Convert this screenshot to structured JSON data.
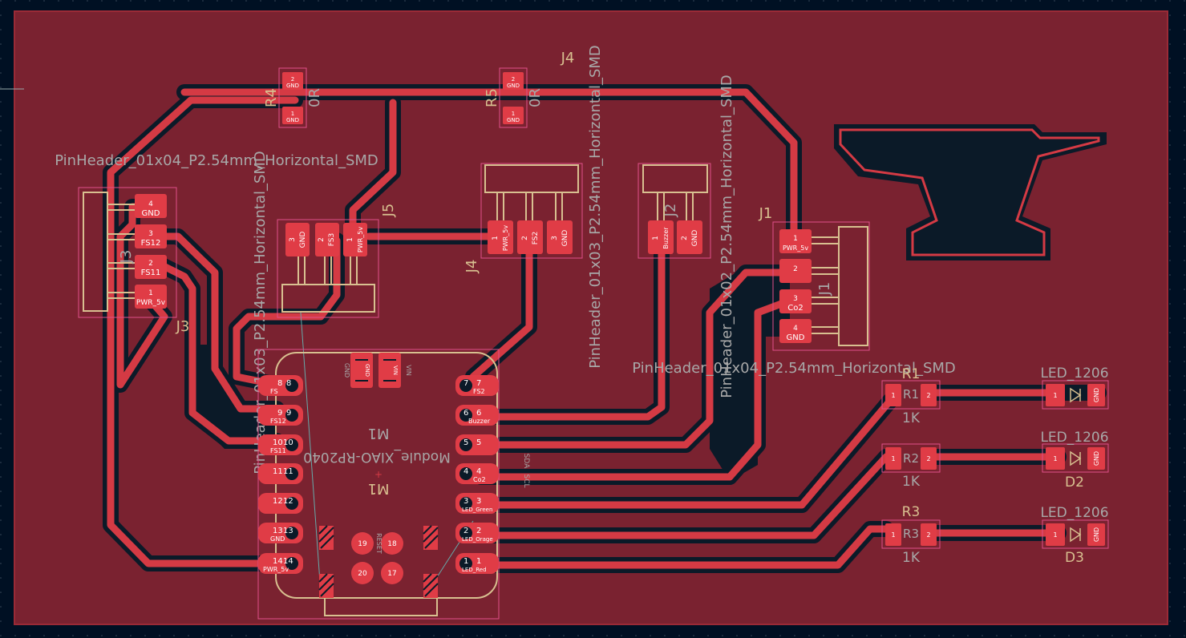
{
  "title": "PCB Editor",
  "colors": {
    "background": "#001023",
    "copper_fill": "#7A2230",
    "copper_pour_edge": "#9B2A36",
    "trace": "#D43A44",
    "clearance": "#0B1A28",
    "pad": "#E03C46",
    "silk": "#D8C090",
    "silk_grey": "#A8A8A8",
    "courtyard": "#E0508A",
    "grid": "#3A4A5A"
  },
  "labels": {
    "fp_j3": "PinHeader_01x04_P2.54mm_Horizontal_SMD",
    "fp_j5": "PinHeader_01x03_P2.54mm_Horizontal_SMD",
    "fp_j4": "PinHeader_01x03_P2.54mm_Horizontal_SMD",
    "fp_j2": "PinHeader_01x02_P2.54mm_Horizontal_SMD",
    "fp_j1": "PinHeader_01x04_P2.54mm_Horizontal_SMD",
    "ref_j4_top": "J4",
    "ref_j4": "J4",
    "ref_j5": "J5",
    "ref_j3": "J3",
    "ref_j3b": "J3",
    "ref_j1": "J1",
    "ref_j1b": "J1",
    "ref_j2": "J2",
    "ref_m1": "M1",
    "ref_m1b": "M1",
    "fp_m1": "Module_XIAO-RP2040",
    "ref_r4": "R4",
    "ref_r5": "R5",
    "val_r4": "0R",
    "val_r5": "0R",
    "ref_r1": "R1",
    "ref_r2": "R2",
    "ref_r3": "R3",
    "val_r1": "1K",
    "val_r2": "1K",
    "val_r3": "1K",
    "fp_led1": "LED_1206",
    "fp_led2": "LED_1206",
    "fp_led3": "LED_1206",
    "ref_d2": "D2",
    "ref_d3": "D3"
  },
  "pads": {
    "gnd": "GND",
    "fs12": "FS12",
    "fs11": "FS11",
    "fs2": "FS2",
    "fs3": "FS3",
    "pwr5v": "PWR_5v",
    "buzzer": "Buzzer",
    "co2": "Co2",
    "n1": "1",
    "n2": "2",
    "n3": "3",
    "n4": "4",
    "n5": "5",
    "n6": "6",
    "n7": "7",
    "n8": "8",
    "n9": "9",
    "n10": "10",
    "n11": "11",
    "n12": "12",
    "n13": "13",
    "n14": "14",
    "n17": "17",
    "n18": "18",
    "n19": "19",
    "n20": "20",
    "d_8": "8",
    "d_9": "9",
    "d_10": "10",
    "d_11": "11",
    "d_12": "12",
    "d_13": "13",
    "d_14": "14",
    "d_7": "7",
    "d_6": "6",
    "d_5": "5",
    "d_4": "4",
    "d_3": "3",
    "d_2": "2",
    "d_1": "1",
    "led_green": "LED_Green",
    "led_orange": "LED_Orage",
    "led_red": "LED_Red",
    "vin": "VIN",
    "reset": "RESET",
    "fs_lbl": "FS",
    "sda": "SDA",
    "scl": "SCL"
  }
}
